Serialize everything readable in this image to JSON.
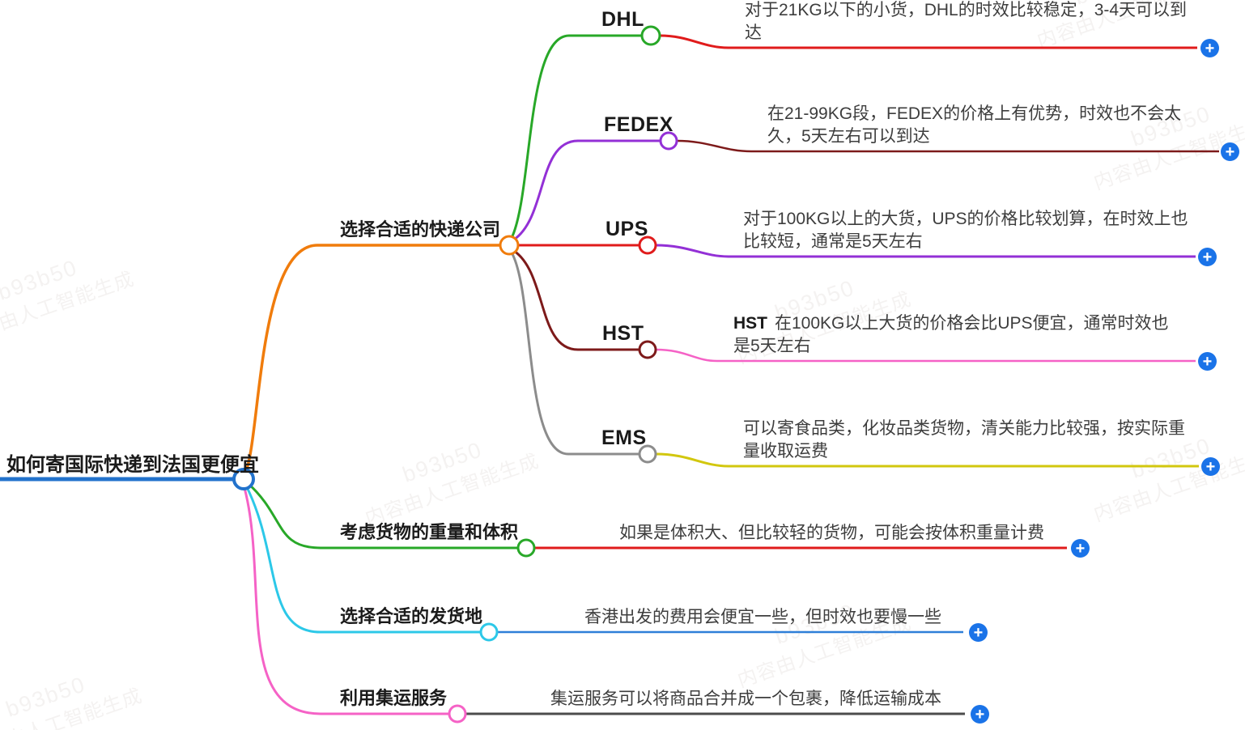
{
  "root": {
    "label": "如何寄国际快递到法国更便宜"
  },
  "branches": [
    {
      "label": "选择合适的快递公司",
      "children": [
        {
          "label": "DHL",
          "note": "对于21KG以下的小货，DHL的时效比较稳定，3-4天可以到达"
        },
        {
          "label": "FEDEX",
          "note": "在21-99KG段，FEDEX的价格上有优势，时效也不会太久，5天左右可以到达"
        },
        {
          "label": "UPS",
          "note": "对于100KG以上的大货，UPS的价格比较划算，在时效上也比较短，通常是5天左右"
        },
        {
          "label": "HST",
          "note_prefix": "HST",
          "note": "在100KG以上大货的价格会比UPS便宜，通常时效也是5天左右"
        },
        {
          "label": "EMS",
          "note": "可以寄食品类，化妆品类货物，清关能力比较强，按实际重量收取运费"
        }
      ]
    },
    {
      "label": "考虑货物的重量和体积",
      "note": "如果是体积大、但比较轻的货物，可能会按体积重量计费"
    },
    {
      "label": "选择合适的发货地",
      "note": "香港出发的费用会便宜一些，但时效也要慢一些"
    },
    {
      "label": "利用集运服务",
      "note": "集运服务可以将商品合并成一个包裹，降低运输成本"
    }
  ],
  "ui": {
    "expand_glyph": "+"
  },
  "watermark": {
    "line1": "b93b50",
    "line2": "内容由人工智能生成"
  },
  "palette": {
    "root_blue": "#2272cc",
    "orange": "#f07c0c",
    "green": "#28a828",
    "cyan": "#2cc8e8",
    "magenta": "#f562c6",
    "red": "#e01b1b",
    "purple": "#9330d6",
    "maroon": "#7d1a1a",
    "gray": "#8c8c8c",
    "yellow": "#d2c70e",
    "leaf_blue": "#2e7fd8",
    "dark_line": "#4c4c4c",
    "plus_blue": "#1a73e8"
  }
}
